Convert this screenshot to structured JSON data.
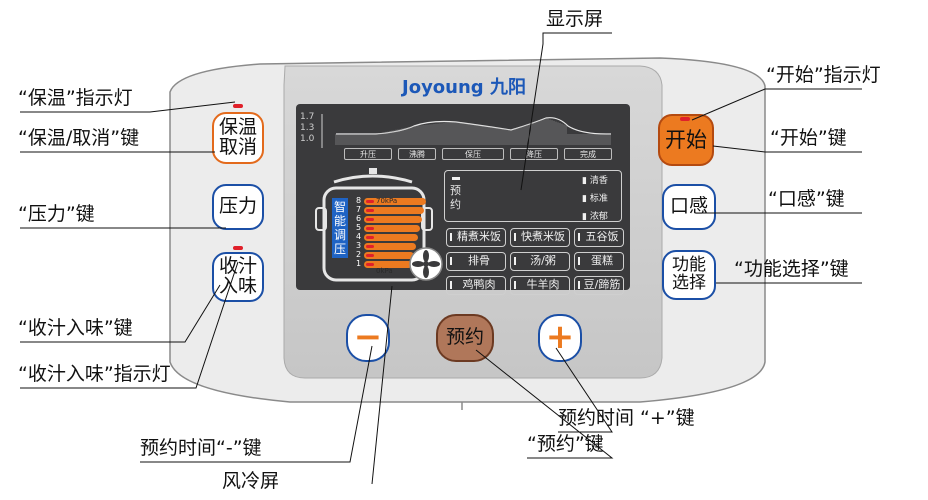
{
  "brand": "Joyoung 九阳",
  "callouts": {
    "display": "显示屏",
    "start_led": "“开始”指示灯",
    "keep_warm_led": "“保温”指示灯",
    "keep_warm_key": "“保温/取消”键",
    "start_key": "“开始”键",
    "pressure_key": "“压力”键",
    "taste_key": "“口感”键",
    "function_key": "“功能选择”键",
    "reduce_key": "“收汁入味”键",
    "reduce_led": "“收汁入味”指示灯",
    "time_minus_key": "预约时间“-”键",
    "time_plus_key": "预约时间 “+”键",
    "reserve_key": "“预约”键",
    "fan_screen": "风冷屏"
  },
  "buttons": {
    "keep_warm": "保温\n取消",
    "pressure": "压力",
    "reduce": "收汁\n入味",
    "start": "开始",
    "taste": "口感",
    "function": "功能\n选择",
    "minus": "−",
    "reserve": "预约",
    "plus": "+"
  },
  "lcd": {
    "y_ticks": [
      "1.7",
      "1.3",
      "1.0"
    ],
    "phases": [
      "升压",
      "沸腾",
      "保压",
      "降压",
      "完成"
    ],
    "reserve_label": "预约",
    "taste_options": [
      "清香",
      "标准",
      "浓郁"
    ],
    "pressure_vertical_label": "智能调压",
    "pressure_levels": [
      "8",
      "7",
      "6",
      "5",
      "4",
      "3",
      "2",
      "1"
    ],
    "pressure_top_value": "70kPa",
    "pressure_bottom_value": "0kPa",
    "menu": [
      [
        "精煮米饭",
        "快煮米饭",
        "五谷饭"
      ],
      [
        "排骨",
        "汤/粥",
        "蛋糕"
      ],
      [
        "鸡鸭肉",
        "牛羊肉",
        "豆/蹄筋"
      ]
    ]
  },
  "colors": {
    "button_outline": "#1b4fa6",
    "start_button": "#ec7a20",
    "reserve_button": "#b0775a",
    "lcd_bg": "#3a3a3c",
    "pressure_bars": "#ec7a20",
    "brand_blue": "#1c58b8"
  }
}
